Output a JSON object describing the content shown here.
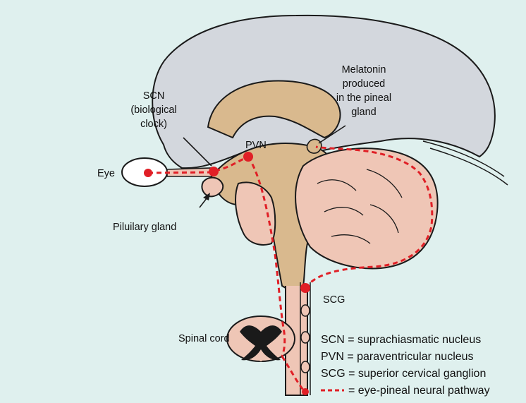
{
  "labels": {
    "eye": "Eye",
    "scn_line1": "SCN",
    "scn_line2": "(biological",
    "scn_line3": "clock)",
    "melatonin_line1": "Melatonin",
    "melatonin_line2": "produced",
    "melatonin_line3": "in the pineal",
    "melatonin_line4": "gland",
    "pvn": "PVN",
    "pituitary": "Piluilary gland",
    "spinal_cord": "Spinal cord",
    "scg": "SCG"
  },
  "legend": {
    "scn": "SCN = suprachiasmatic nucleus",
    "pvn": "PVN = paraventricular nucleus",
    "scg": "SCG = superior cervical ganglion",
    "pathway": "= eye-pineal neural pathway"
  },
  "colors": {
    "background": "#dff0ee",
    "cerebrum": "#d3d7dd",
    "tan": "#d9b98e",
    "pink": "#efc6b6",
    "pathway": "#e01f26",
    "outline": "#1a1a1a"
  }
}
